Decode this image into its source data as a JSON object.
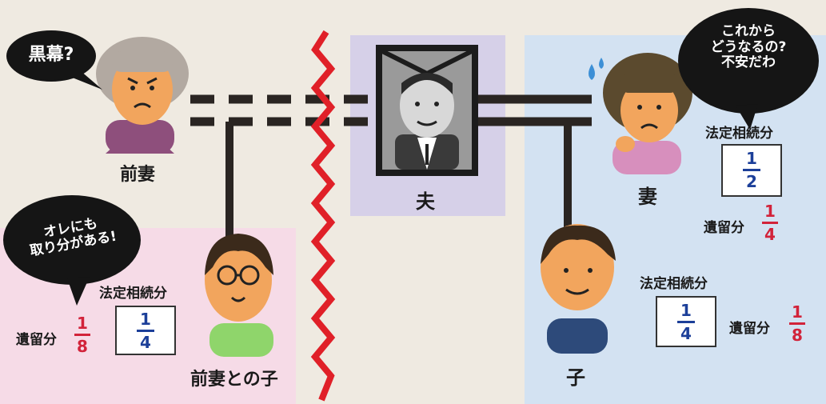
{
  "colors": {
    "background": "#efeae1",
    "pink_panel": "#f6dbe7",
    "purple_panel": "#d6d0e8",
    "blue_panel": "#d3e2f2",
    "zigzag": "#e02028",
    "fraction_blue": "#1c3f99",
    "fraction_red": "#d2233a"
  },
  "people": {
    "ex_wife": {
      "name": "前妻"
    },
    "husband": {
      "name": "夫"
    },
    "wife": {
      "name": "妻"
    },
    "child": {
      "name": "子"
    },
    "ex_wife_child": {
      "name": "前妻との子"
    }
  },
  "bubbles": {
    "ex_wife": [
      "黒幕?"
    ],
    "wife": [
      "これから",
      "どうなるの?",
      "不安だわ"
    ],
    "ex_wife_child": [
      "オレにも",
      "取り分がある!"
    ]
  },
  "shares": {
    "legal_label": "法定相続分",
    "reserved_label": "遺留分",
    "wife": {
      "legal_num": "1",
      "legal_den": "2",
      "reserved_num": "1",
      "reserved_den": "4"
    },
    "child": {
      "legal_num": "1",
      "legal_den": "4",
      "reserved_num": "1",
      "reserved_den": "8"
    },
    "ex_wife_child": {
      "legal_num": "1",
      "legal_den": "4",
      "reserved_num": "1",
      "reserved_den": "8"
    }
  },
  "icons": [
    "speech-bubble-icon",
    "sweat-drop-icon",
    "portrait-frame-icon",
    "zigzag-divider-icon"
  ]
}
